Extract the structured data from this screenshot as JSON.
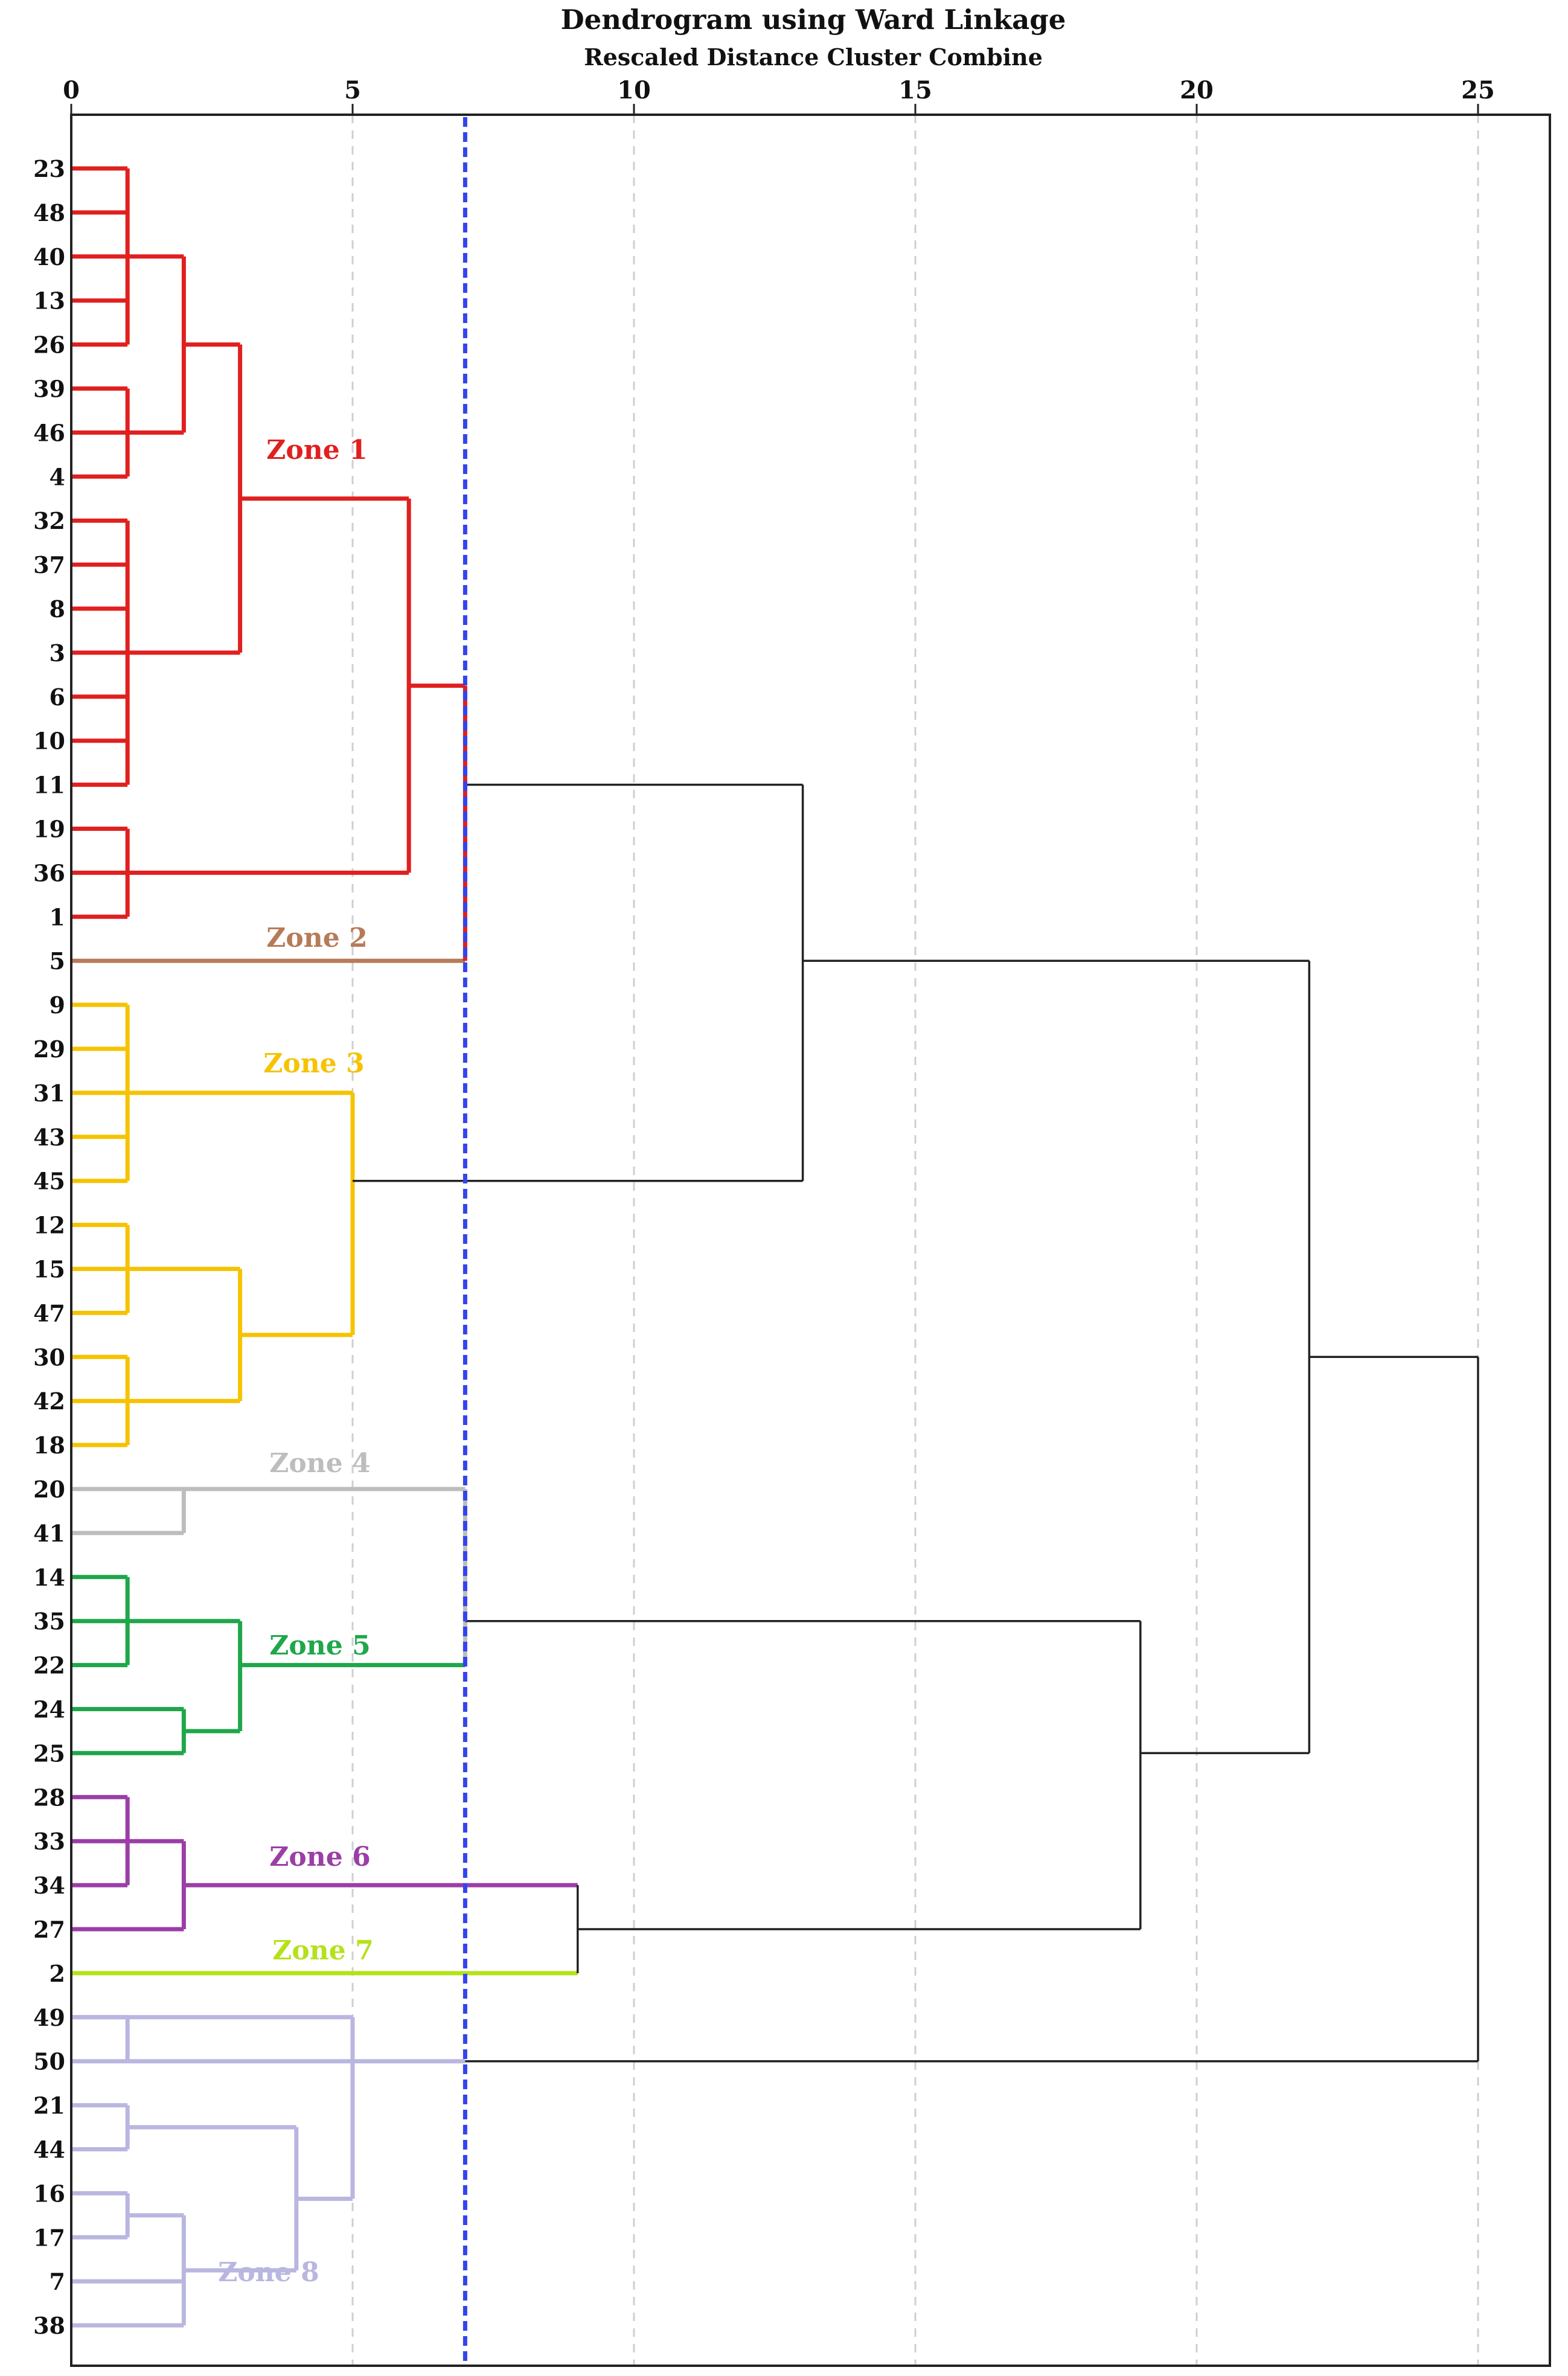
{
  "chart_data": {
    "type": "dendrogram",
    "title": "Dendrogram using Ward Linkage",
    "subtitle": "Rescaled Distance Cluster Combine",
    "x_ticks": [
      0,
      5,
      10,
      15,
      20,
      25
    ],
    "xlim": [
      0,
      26.3
    ],
    "grid": true,
    "cut_line": {
      "x": 7,
      "color": "#3344ee"
    },
    "leaf_order": [
      "23",
      "48",
      "40",
      "13",
      "26",
      "39",
      "46",
      "4",
      "32",
      "37",
      "8",
      "3",
      "6",
      "10",
      "11",
      "19",
      "36",
      "1",
      "5",
      "9",
      "29",
      "31",
      "43",
      "45",
      "12",
      "15",
      "47",
      "30",
      "42",
      "18",
      "20",
      "41",
      "14",
      "35",
      "22",
      "24",
      "25",
      "28",
      "33",
      "34",
      "27",
      "2",
      "49",
      "50",
      "21",
      "44",
      "16",
      "17",
      "7",
      "38"
    ],
    "zones": [
      {
        "name": "Zone 1",
        "color": "#e0201f",
        "leaves": [
          "23",
          "48",
          "40",
          "13",
          "26",
          "39",
          "46",
          "4",
          "32",
          "37",
          "8",
          "3",
          "6",
          "10",
          "11",
          "19",
          "36",
          "1"
        ]
      },
      {
        "name": "Zone 2",
        "color": "#b77b58",
        "leaves": [
          "5"
        ]
      },
      {
        "name": "Zone 3",
        "color": "#f5c300",
        "leaves": [
          "9",
          "29",
          "31",
          "43",
          "45",
          "12",
          "15",
          "47",
          "30",
          "42",
          "18"
        ]
      },
      {
        "name": "Zone 4",
        "color": "#bdbdbd",
        "leaves": [
          "20",
          "41"
        ]
      },
      {
        "name": "Zone 5",
        "color": "#1fa74a",
        "leaves": [
          "14",
          "35",
          "22",
          "24",
          "25"
        ]
      },
      {
        "name": "Zone 6",
        "color": "#9b3ea6",
        "leaves": [
          "28",
          "33",
          "34",
          "27"
        ]
      },
      {
        "name": "Zone 7",
        "color": "#b5e11b",
        "leaves": [
          "2"
        ]
      },
      {
        "name": "Zone 8",
        "color": "#b9b6e0",
        "leaves": [
          "49",
          "50",
          "21",
          "44",
          "16",
          "17",
          "7",
          "38"
        ]
      }
    ],
    "merges": [
      {
        "children": [
          "23",
          "48",
          "40",
          "13",
          "26"
        ],
        "distance": 1,
        "color": "#e0201f"
      },
      {
        "children": [
          "39",
          "46",
          "4"
        ],
        "distance": 1,
        "color": "#e0201f"
      },
      {
        "children": [
          "32",
          "37",
          "8",
          "3",
          "6",
          "10",
          "11"
        ],
        "distance": 1,
        "color": "#e0201f"
      },
      {
        "children": [
          "19",
          "36",
          "1"
        ],
        "distance": 1,
        "color": "#e0201f"
      },
      {
        "children": [
          "23-26",
          "39-4"
        ],
        "distance": 2,
        "color": "#e0201f"
      },
      {
        "children": [
          "23-4",
          "32-11"
        ],
        "distance": 3,
        "color": "#e0201f"
      },
      {
        "children": [
          "23-11",
          "19-1"
        ],
        "distance": 6,
        "color": "#e0201f"
      },
      {
        "children": [
          "9",
          "29",
          "31",
          "43",
          "45"
        ],
        "distance": 1,
        "color": "#f5c300"
      },
      {
        "children": [
          "12",
          "15",
          "47"
        ],
        "distance": 1,
        "color": "#f5c300"
      },
      {
        "children": [
          "30",
          "42",
          "18"
        ],
        "distance": 1,
        "color": "#f5c300"
      },
      {
        "children": [
          "12-47",
          "30-18"
        ],
        "distance": 3,
        "color": "#f5c300"
      },
      {
        "children": [
          "9-45",
          "12-18"
        ],
        "distance": 5,
        "color": "#f5c300"
      },
      {
        "children": [
          "20",
          "41"
        ],
        "distance": 2,
        "color": "#bdbdbd"
      },
      {
        "children": [
          "14",
          "35",
          "22"
        ],
        "distance": 1,
        "color": "#1fa74a"
      },
      {
        "children": [
          "24",
          "25"
        ],
        "distance": 2,
        "color": "#1fa74a"
      },
      {
        "children": [
          "14-22",
          "24-25"
        ],
        "distance": 3,
        "color": "#1fa74a"
      },
      {
        "children": [
          "28",
          "33",
          "34"
        ],
        "distance": 1,
        "color": "#9b3ea6"
      },
      {
        "children": [
          "28-34",
          "27"
        ],
        "distance": 2,
        "color": "#9b3ea6"
      },
      {
        "children": [
          "49",
          "50"
        ],
        "distance": 1,
        "color": "#b9b6e0"
      },
      {
        "children": [
          "21",
          "44"
        ],
        "distance": 1,
        "color": "#b9b6e0"
      },
      {
        "children": [
          "16",
          "17"
        ],
        "distance": 1,
        "color": "#b9b6e0"
      },
      {
        "children": [
          "16-17",
          "7",
          "38"
        ],
        "distance": 2,
        "color": "#b9b6e0"
      },
      {
        "children": [
          "21-44",
          "16-38"
        ],
        "distance": 4,
        "color": "#b9b6e0"
      },
      {
        "children": [
          "49-50",
          "21-38"
        ],
        "distance": 5,
        "color": "#b9b6e0"
      },
      {
        "children": [
          "Zone 1",
          "Zone 2"
        ],
        "distance": 7,
        "color": "#e0201f"
      },
      {
        "children": [
          "Zone 4",
          "Zone 5"
        ],
        "distance": 7,
        "color": "#bdbdbd"
      },
      {
        "children": [
          "Zone 1-2",
          "Zone 3"
        ],
        "distance": 13,
        "color": "#222222"
      },
      {
        "children": [
          "Zone 6",
          "Zone 7"
        ],
        "distance": 9,
        "color": "#222222"
      },
      {
        "children": [
          "Zone 4-5",
          "Zone 6-7"
        ],
        "distance": 19,
        "color": "#222222"
      },
      {
        "children": [
          "Zone 1-3",
          "Zone 4-7"
        ],
        "distance": 22,
        "color": "#222222"
      },
      {
        "children": [
          "Zone 1-7",
          "Zone 8"
        ],
        "distance": 25,
        "color": "#222222"
      }
    ]
  }
}
